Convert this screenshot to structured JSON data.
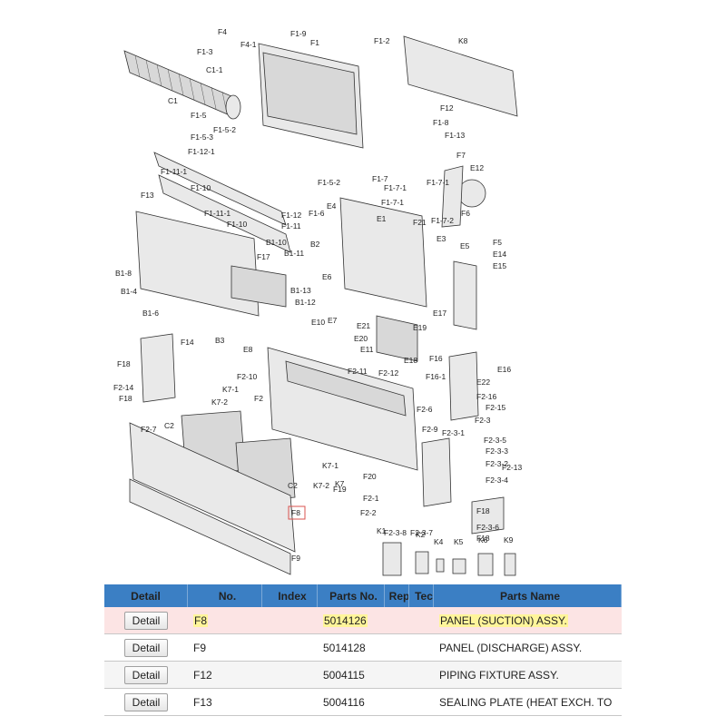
{
  "diagram": {
    "callouts": [
      "F1-9",
      "F1",
      "F1-2",
      "K8",
      "F4",
      "F4-1",
      "F1-3",
      "C1-1",
      "C1",
      "F12",
      "F1-8",
      "F1-13",
      "F1-5",
      "F1-5-2",
      "F1-5-3",
      "F1-12-1",
      "F1-11-1",
      "F1-10",
      "F13",
      "F1-11-1",
      "F1-10",
      "F1-12",
      "F1-11",
      "F1-6",
      "F1-5-2",
      "F1-7",
      "F1-7-1",
      "F1-7-1",
      "F1-7-1",
      "E12",
      "F7",
      "F21",
      "F1-7-2",
      "F6",
      "E4",
      "E1",
      "E3",
      "E5",
      "F5",
      "E14",
      "E15",
      "B1-8",
      "B1-4",
      "B1-6",
      "B1-10",
      "B1-11",
      "B2",
      "F17",
      "B1-13",
      "B1-12",
      "E6",
      "E10",
      "E7",
      "E21",
      "E17",
      "E19",
      "E20",
      "E11",
      "E18",
      "E16",
      "E22",
      "F14",
      "B3",
      "E8",
      "F2-10",
      "F2-11",
      "F2-12",
      "F16",
      "F16-1",
      "F2-16",
      "F2-15",
      "F18",
      "F2-14",
      "F18",
      "F2",
      "K7-1",
      "K7-2",
      "F2-7",
      "C2",
      "F2-6",
      "F2-9",
      "F2-3",
      "F2-3-5",
      "F2-3-1",
      "F2-3-3",
      "F2-3-2",
      "F2-3-4",
      "F2-13",
      "K7-1",
      "F20",
      "F19",
      "C2",
      "K7-2",
      "K7",
      "F2-1",
      "F2-2",
      "F18",
      "F2-3-6",
      "F2-3-8",
      "F2-3-7",
      "F18",
      "F8",
      "K1",
      "K2",
      "K4",
      "K5",
      "K6",
      "K9",
      "F9"
    ]
  },
  "table": {
    "headers": {
      "detail": "Detail",
      "no": "No.",
      "index": "Index",
      "parts_no": "Parts No.",
      "rep": "Rep",
      "tec": "Tec",
      "parts_name": "Parts Name"
    },
    "rows": [
      {
        "button": "Detail",
        "no": "F8",
        "parts_no": "5014126",
        "name": "PANEL (SUCTION) ASSY."
      },
      {
        "button": "Detail",
        "no": "F9",
        "parts_no": "5014128",
        "name": "PANEL (DISCHARGE) ASSY."
      },
      {
        "button": "Detail",
        "no": "F12",
        "parts_no": "5004115",
        "name": "PIPING FIXTURE ASSY."
      },
      {
        "button": "Detail",
        "no": "F13",
        "parts_no": "5004116",
        "name": "SEALING PLATE (HEAT EXCH. TO"
      }
    ]
  }
}
